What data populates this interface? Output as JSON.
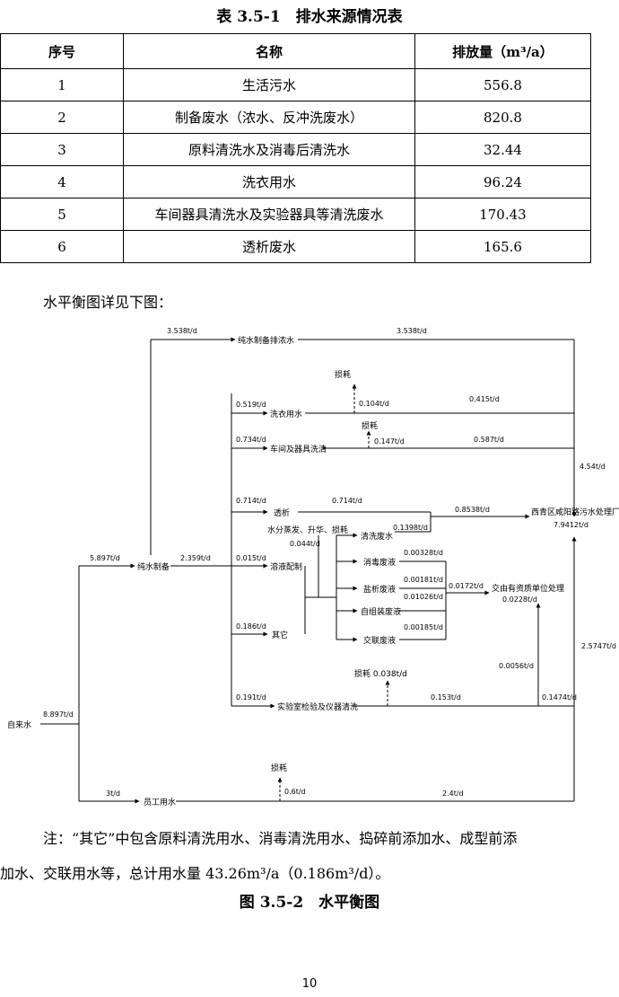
{
  "table": {
    "title": "表 3.5-1　排水来源情况表",
    "headers": [
      "序号",
      "名称",
      "排放量（m³/a）"
    ],
    "rows": [
      [
        "1",
        "生活污水",
        "556.8"
      ],
      [
        "2",
        "制备废水（浓水、反冲洗废水）",
        "820.8"
      ],
      [
        "3",
        "原料清洗水及消毒后清洗水",
        "32.44"
      ],
      [
        "4",
        "洗衣用水",
        "96.24"
      ],
      [
        "5",
        "车间器具清洗水及实验器具等清洗废水",
        "170.43"
      ],
      [
        "6",
        "透析废水",
        "165.6"
      ]
    ]
  },
  "intro": "水平衡图详见下图：",
  "diagram": {
    "nodes": {
      "tap_water": "自来水",
      "pure_water": "纯水制备",
      "pure_concentrate": "纯水制备排浓水",
      "laundry": "洗衣用水",
      "workshop_cleaning": "车间及器具洗清",
      "dialysis": "透析",
      "solution": "溶液配制",
      "other": "其它",
      "evaporation": "水分蒸发、升华、损耗",
      "cleaning_waste": "清洗废水",
      "disinfection_waste": "消毒废液",
      "hcl_waste": "盐析废液",
      "self_assembly_waste": "自组装废液",
      "crosslink_waste": "交联废液",
      "qualified_unit": "交由有资质单位处理",
      "qualified_unit_value": "0.0228t/d",
      "wwtp": "西青区咸阳路污水处理厂",
      "wwtp_value": "7.9412t/d",
      "lab_cleaning": "实验室检验及仪器清洗",
      "staff": "员工用水",
      "loss_laundry": "损耗",
      "loss_workshop": "损耗",
      "loss_lab": "损耗 0.038t/d",
      "loss_staff": "损耗"
    },
    "flows": {
      "to_concentrate": "3.538t/d",
      "concentrate_out": "3.538t/d",
      "to_laundry": "0.519t/d",
      "laundry_loss": "0.104t/d",
      "laundry_out": "0.415t/d",
      "to_workshop": "0.734t/d",
      "workshop_loss": "0.147t/d",
      "workshop_out": "0.587t/d",
      "right_sum1": "4.54t/d",
      "to_dialysis": "0.714t/d",
      "dialysis_out": "0.714t/d",
      "to_wwtp_mid": "0.8538t/d",
      "cleaning_waste_flow": "0.1398t/d",
      "evap_flow": "0.044t/d",
      "pure_to_distribution": "2.359t/d",
      "to_solution": "0.015t/d",
      "disinfection_flow": "0.00328t/d",
      "hcl_flow1": "0.00181t/d",
      "hcl_flow2": "0.01026t/d",
      "to_qualified": "0.0172t/d",
      "crosslink_flow": "0.00185t/d",
      "to_other": "0.186t/d",
      "lab_to_qualified": "0.0056t/d",
      "right_sum2": "2.5747t/d",
      "to_lab": "0.191t/d",
      "lab_out": "0.153t/d",
      "lab_sum": "0.1474t/d",
      "to_pure": "5.897t/d",
      "tap_total": "8.897t/d",
      "to_staff": "3t/d",
      "staff_loss": "0.6t/d",
      "staff_out": "2.4t/d"
    }
  },
  "note_line1": "注：“其它”中包含原料清洗用水、消毒清洗用水、捣碎前添加水、成型前添",
  "note_line2": "加水、交联用水等，总计用水量 43.26m³/a（0.186m³/d）。",
  "figure_title": "图 3.5-2　水平衡图",
  "page_number": "10"
}
